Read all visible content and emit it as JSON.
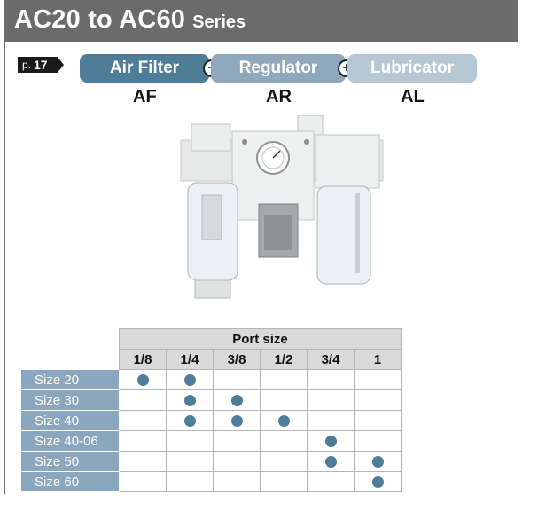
{
  "header": {
    "title": "AC20 to AC60",
    "subtitle": "Series"
  },
  "page_ref": {
    "prefix": "p.",
    "number": "17"
  },
  "modules": [
    {
      "label": "Air Filter",
      "code": "AF"
    },
    {
      "label": "Regulator",
      "code": "AR"
    },
    {
      "label": "Lubricator",
      "code": "AL"
    }
  ],
  "joiner_symbol": "+",
  "table": {
    "group_header": "Port size",
    "columns": [
      "1/8",
      "1/4",
      "3/8",
      "1/2",
      "3/4",
      "1"
    ],
    "rows": [
      {
        "label": "Size 20",
        "available": [
          true,
          true,
          false,
          false,
          false,
          false
        ]
      },
      {
        "label": "Size 30",
        "available": [
          false,
          true,
          true,
          false,
          false,
          false
        ]
      },
      {
        "label": "Size 40",
        "available": [
          false,
          true,
          true,
          true,
          false,
          false
        ]
      },
      {
        "label": "Size 40-06",
        "available": [
          false,
          false,
          false,
          false,
          true,
          false
        ]
      },
      {
        "label": "Size 50",
        "available": [
          false,
          false,
          false,
          false,
          true,
          true
        ]
      },
      {
        "label": "Size 60",
        "available": [
          false,
          false,
          false,
          false,
          false,
          true
        ]
      }
    ]
  },
  "colors": {
    "header_bg": "#6b6b6b",
    "accent": "#4f7d98",
    "row_label_bg": "#8aa7bd",
    "table_header_bg": "#d9d9d9"
  }
}
